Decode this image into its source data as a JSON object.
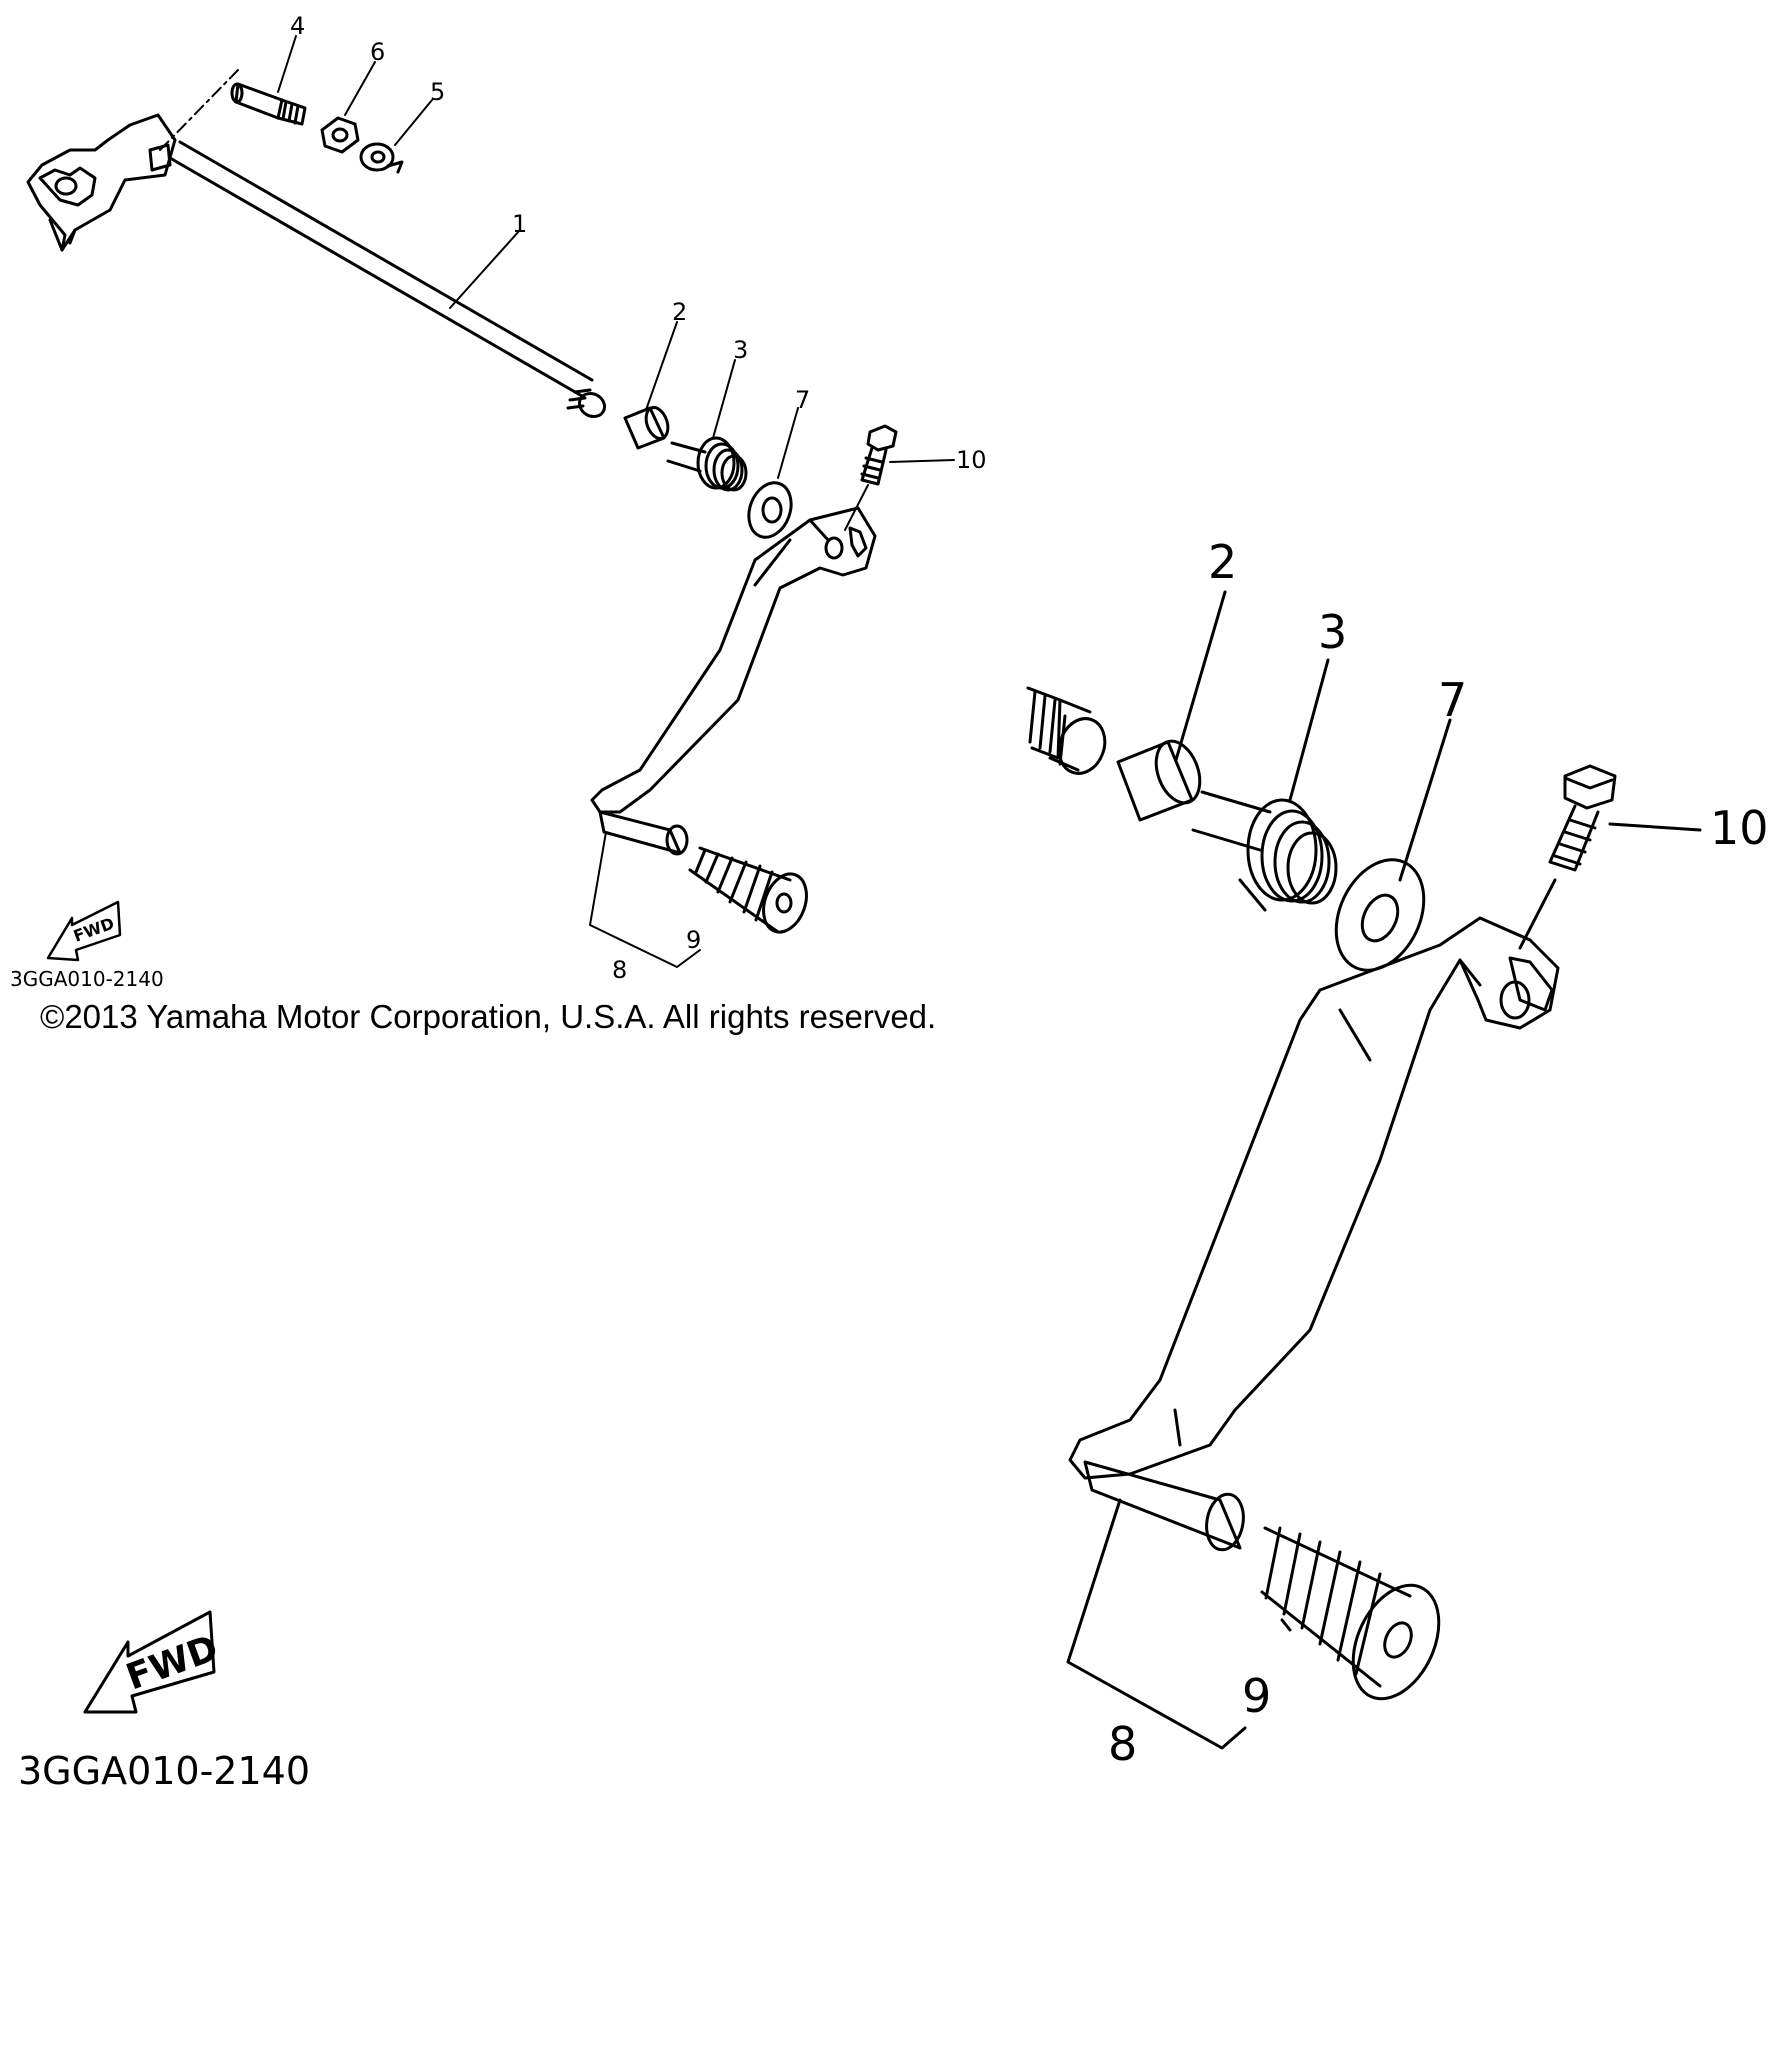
{
  "diagram": {
    "parts_small": [
      "1",
      "2",
      "3",
      "4",
      "5",
      "6",
      "7",
      "8",
      "9",
      "10"
    ],
    "parts_large": [
      "2",
      "3",
      "7",
      "8",
      "9",
      "10"
    ],
    "fwd_label": "FWD",
    "part_code": "3GGA010-2140",
    "copyright": "©2013 Yamaha Motor Corporation, U.S.A. All rights reserved."
  }
}
